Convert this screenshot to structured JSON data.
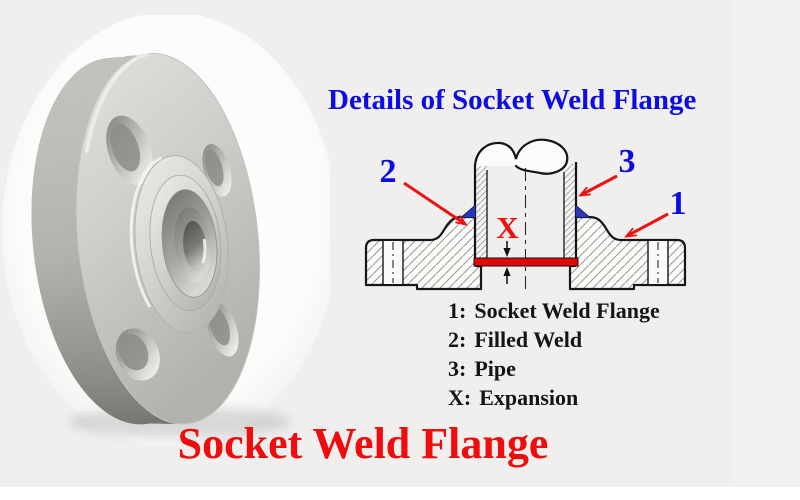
{
  "titles": {
    "diagram": "Details of Socket Weld Flange",
    "main": "Socket Weld Flange"
  },
  "callouts": {
    "c1": "1",
    "c2": "2",
    "c3": "3",
    "cx": "X"
  },
  "legend": {
    "items": [
      {
        "key": "1:",
        "label": "Socket Weld Flange"
      },
      {
        "key": "2:",
        "label": "Filled Weld"
      },
      {
        "key": "3:",
        "label": "Pipe"
      },
      {
        "key": "X:",
        "label": "Expansion"
      }
    ]
  },
  "colors": {
    "background": "#f0efee",
    "diagram_title_blue": "#0d0de0",
    "main_title_red": "#ee0c0c",
    "callout_blue": "#0d0de0",
    "arrow_red": "#ee1111",
    "weld_blue": "#2838b8",
    "expansion_gap_red": "#e00808"
  }
}
